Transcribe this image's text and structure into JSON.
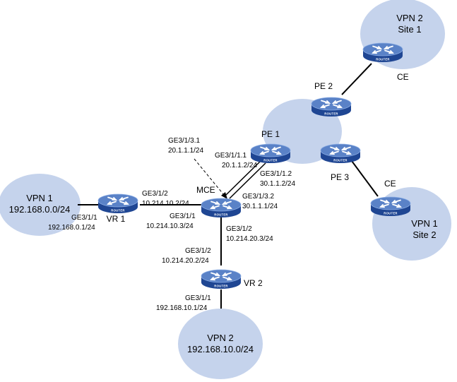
{
  "sites": {
    "vpn1_left": {
      "name": "VPN 1",
      "subnet": "192.168.0.0/24"
    },
    "vpn2_bottom": {
      "name": "VPN 2",
      "subnet": "192.168.10.0/24"
    },
    "vpn2_site1": {
      "name": "VPN 2",
      "site": "Site 1"
    },
    "vpn1_site2": {
      "name": "VPN 1",
      "site": "Site 2"
    }
  },
  "devices": {
    "vr1": "VR 1",
    "vr2": "VR 2",
    "mce": "MCE",
    "pe1": "PE 1",
    "pe2": "PE 2",
    "pe3": "PE 3",
    "ce_top": "CE",
    "ce_right": "CE",
    "router_badge": "ROUTER"
  },
  "interfaces": {
    "vr1_ge311": {
      "port": "GE3/1/1",
      "ip": "192.168.0.1/24"
    },
    "vr1_ge312": {
      "port": "GE3/1/2",
      "ip": "10.214.10.2/24"
    },
    "mce_ge311": {
      "port": "GE3/1/1",
      "ip": "10.214.10.3/24"
    },
    "mce_ge3131": {
      "port": "GE3/1/3.1",
      "ip": "20.1.1.1/24"
    },
    "mce_ge3132": {
      "port": "GE3/1/3.2",
      "ip": "30.1.1.1/24"
    },
    "mce_ge312": {
      "port": "GE3/1/2",
      "ip": "10.214.20.3/24"
    },
    "pe1_ge3111": {
      "port": "GE3/1/1.1",
      "ip": "20.1.1.2/24"
    },
    "pe1_ge3112": {
      "port": "GE3/1/1.2",
      "ip": "30.1.1.2/24"
    },
    "vr2_ge312": {
      "port": "GE3/1/2",
      "ip": "10.214.20.2/24"
    },
    "vr2_ge311": {
      "port": "GE3/1/1",
      "ip": "192.168.10.1/24"
    }
  },
  "colors": {
    "cloud": "#c5d3ec",
    "router_top": "#5a82c7",
    "router_side": "#1f4693",
    "router_rim": "#8fb0e6"
  },
  "icons": [
    "router-icon"
  ]
}
